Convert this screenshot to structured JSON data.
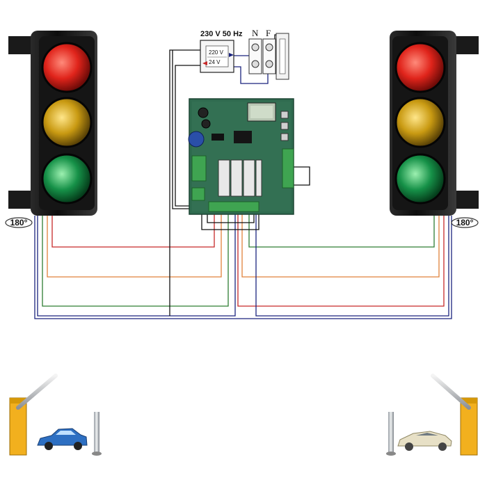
{
  "power": {
    "supply_label": "230 V 50 Hz",
    "primary_voltage": "220 V",
    "secondary_voltage": "24 V",
    "neutral_label": "N",
    "phase_label": "F"
  },
  "traffic_lights": {
    "left_rotation": "180°",
    "right_rotation": "180°"
  },
  "colors": {
    "red_wire": "#c62828",
    "orange_wire": "#e0813a",
    "green_wire": "#2e7d32",
    "blue_wire": "#1a237e",
    "black_wire": "#111111",
    "pcb": "#2f6b4f",
    "barrier_yellow": "#f2b01e"
  }
}
